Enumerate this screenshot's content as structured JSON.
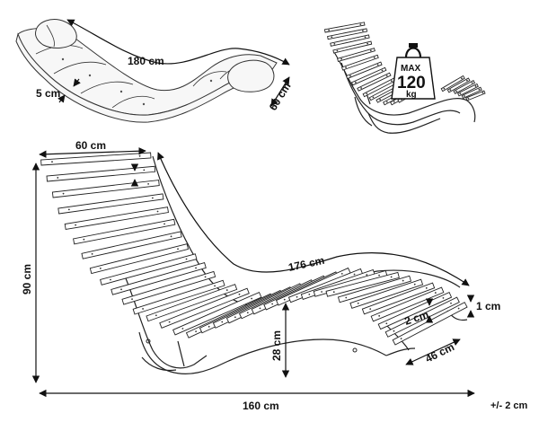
{
  "labels": {
    "cushion_length": "180 cm",
    "cushion_thickness": "5 cm",
    "cushion_width": "60 cm",
    "max_load_top": "MAX",
    "max_load_value": "120",
    "max_load_unit": "kg",
    "seat_width": "60 cm",
    "slat_length": "176 cm",
    "slat_gap": "1 cm",
    "slat_thickness": "2 cm",
    "height": "90 cm",
    "front_height": "28 cm",
    "foot_width": "46 cm",
    "base_length": "160 cm",
    "tolerance": "+/- 2 cm"
  }
}
